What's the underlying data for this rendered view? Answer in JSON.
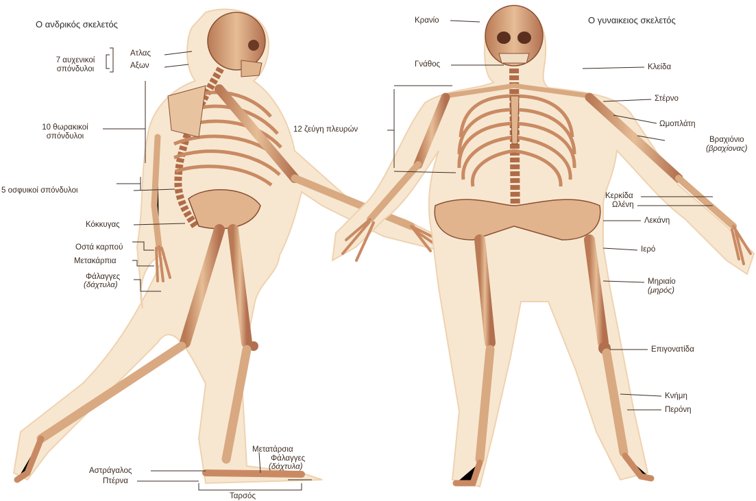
{
  "titles": {
    "male": "Ο ανδρικός σκελετός",
    "female": "Ο γυναικειος σκελετός"
  },
  "male_labels": {
    "atlas": "Ατλας",
    "axon": "Αξων",
    "cervical_line1": "7 αυχενικοί",
    "cervical_line2": "σπόνδυλοι",
    "thoracic_line1": "10 θωρακικοί",
    "thoracic_line2": "σπόνδυλοι",
    "lumbar": "5 οσφυικοί σπόνδυλοι",
    "coccyx": "Κόκκυγας",
    "carpals": "Οστά καρπού",
    "metacarpals": "Μετακάρπια",
    "phalanges": "Φάλαγγες",
    "phalanges_sub": "(δάχτυλα)",
    "metatarsals": "Μετατάρσια",
    "foot_phalanges": "Φάλαγγες",
    "foot_phalanges_sub": "(δάχτυλα)",
    "talus": "Αστράγαλος",
    "heel": "Πτέρνα",
    "tarsus": "Ταρσός"
  },
  "female_labels": {
    "skull": "Κρανίο",
    "jaw": "Γνάθος",
    "ribs": "12 ζεύγη πλευρών",
    "clavicle": "Κλείδα",
    "sternum": "Στέρνο",
    "scapula": "Ωμοπλάτη",
    "humerus": "Βραχιόνιο",
    "humerus_sub": "(βραχίονας)",
    "radius": "Κερκίδα",
    "ulna": "Ωλένη",
    "pelvis": "Λεκάνη",
    "sacrum": "Ιερό",
    "femur": "Μηριαίο",
    "femur_sub": "(μηρός)",
    "patella": "Επιγονατίδα",
    "tibia": "Κνήμη",
    "fibula": "Περόνη"
  },
  "colors": {
    "body_outline": "#f6e6cf",
    "bone": "#d9a982",
    "bone_dark": "#9c5a3c",
    "leader": "#3a2a22"
  }
}
